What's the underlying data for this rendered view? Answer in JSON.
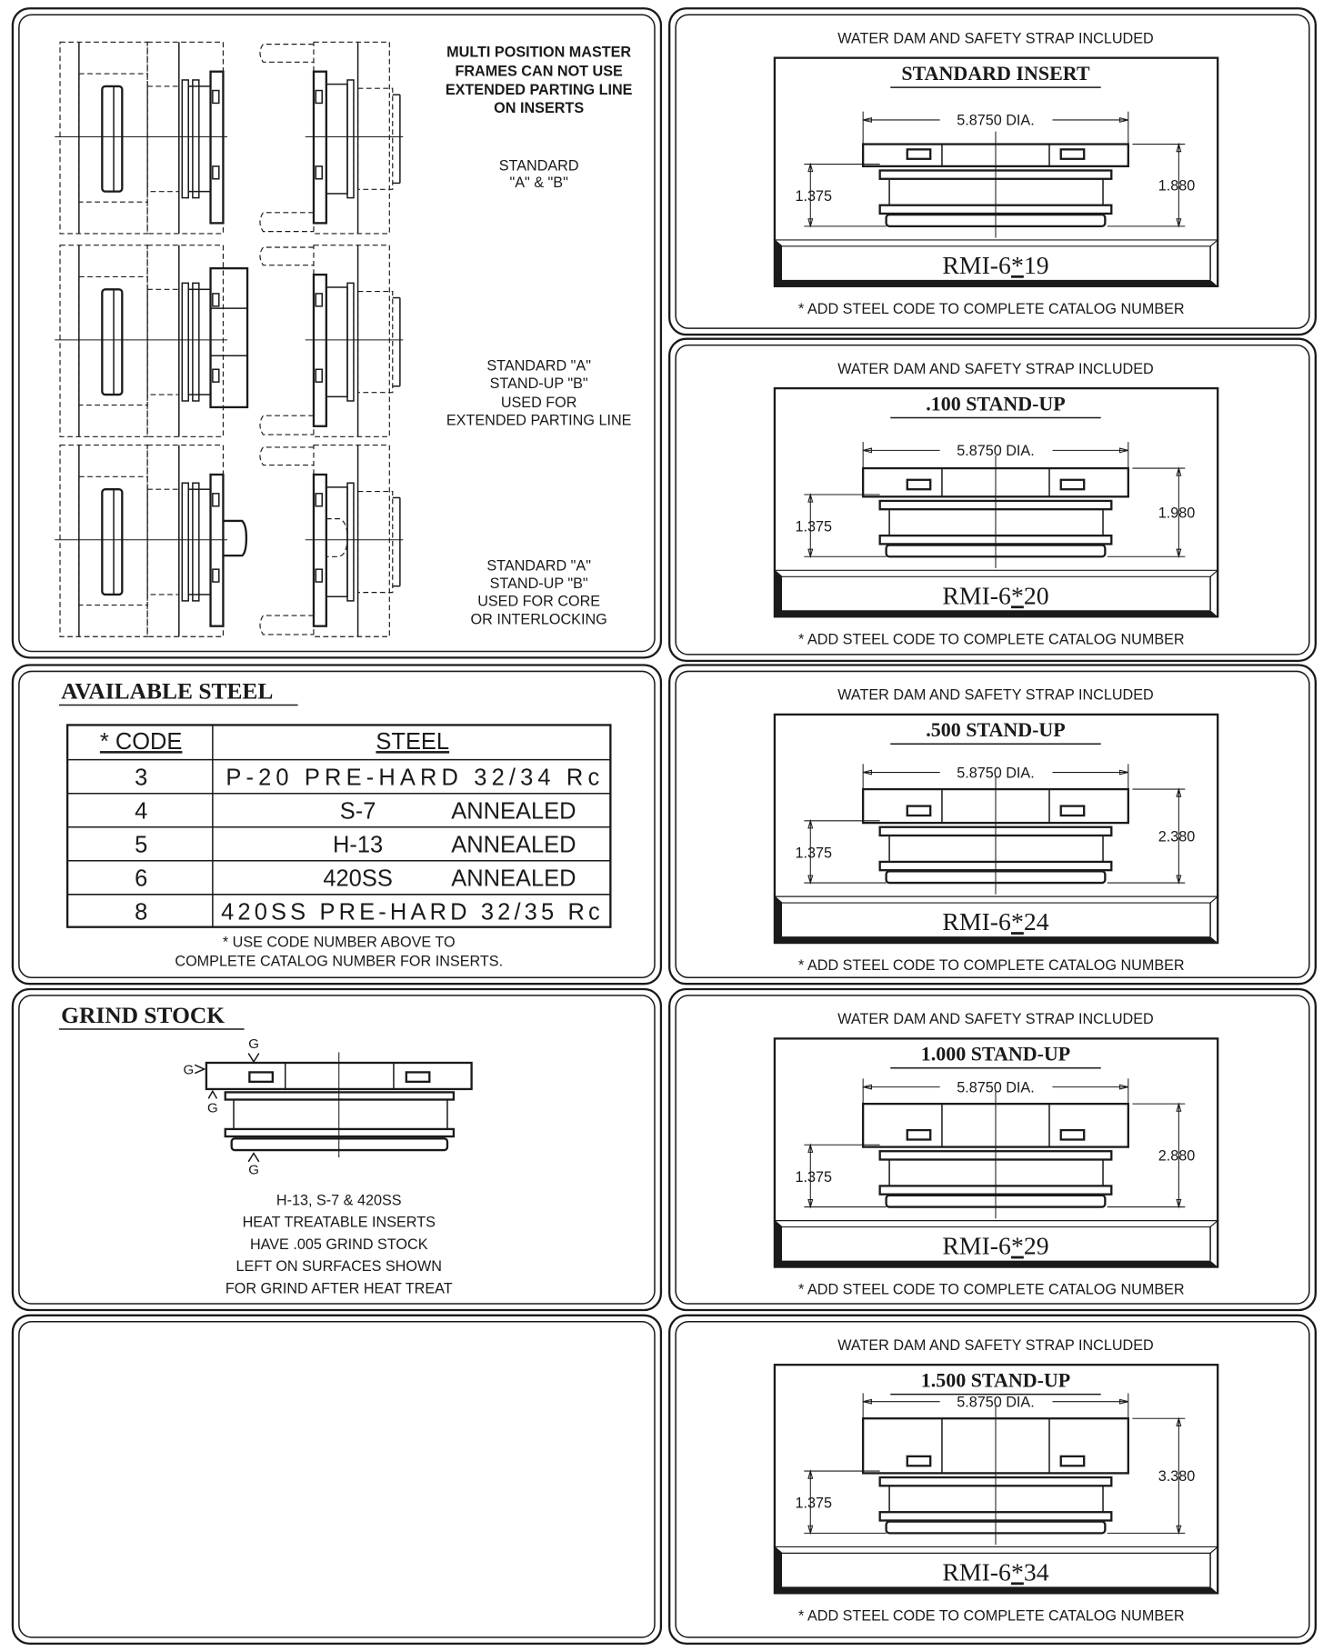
{
  "master_frames": {
    "heading": [
      "MULTI POSITION MASTER",
      "FRAMES CAN NOT USE",
      "EXTENDED PARTING LINE",
      "ON INSERTS"
    ],
    "row1": [
      "STANDARD",
      "\"A\" & \"B\""
    ],
    "row2": [
      "STANDARD \"A\"",
      "STAND-UP \"B\"",
      "USED FOR",
      "EXTENDED PARTING LINE"
    ],
    "row3": [
      "STANDARD \"A\"",
      "STAND-UP \"B\"",
      "USED FOR CORE",
      "OR INTERLOCKING"
    ]
  },
  "available_steel": {
    "title": "AVAILABLE STEEL",
    "headers": [
      "* CODE",
      "STEEL"
    ],
    "rows": [
      {
        "code": "3",
        "steel": "P-20 PRE-HARD 32/34 Rc",
        "grade": "",
        "state": ""
      },
      {
        "code": "4",
        "steel": "",
        "grade": "S-7",
        "state": "ANNEALED"
      },
      {
        "code": "5",
        "steel": "",
        "grade": "H-13",
        "state": "ANNEALED"
      },
      {
        "code": "6",
        "steel": "",
        "grade": "420SS",
        "state": "ANNEALED"
      },
      {
        "code": "8",
        "steel": "420SS PRE-HARD 32/35 Rc",
        "grade": "",
        "state": ""
      }
    ],
    "footnote": [
      "* USE CODE NUMBER ABOVE TO",
      "COMPLETE CATALOG NUMBER FOR INSERTS."
    ]
  },
  "grind_stock": {
    "title": "GRIND STOCK",
    "marker": "G",
    "notes": [
      "H-13, S-7 & 420SS",
      "HEAT TREATABLE INSERTS",
      "HAVE .005 GRIND STOCK",
      "LEFT ON SURFACES SHOWN",
      "FOR GRIND AFTER HEAT TREAT"
    ]
  },
  "inserts": [
    {
      "header": "WATER DAM AND SAFETY STRAP INCLUDED",
      "title": "STANDARD INSERT",
      "diameter": "5.8750 DIA.",
      "base_height": "1.375",
      "overall_height": "1.880",
      "catalog_prefix": "RMI-6",
      "catalog_star": "*",
      "catalog_suffix": "19",
      "footnote": "* ADD STEEL CODE TO COMPLETE CATALOG NUMBER"
    },
    {
      "header": "WATER DAM AND SAFETY STRAP INCLUDED",
      "title": ".100 STAND-UP",
      "diameter": "5.8750 DIA.",
      "base_height": "1.375",
      "overall_height": "1.980",
      "catalog_prefix": "RMI-6",
      "catalog_star": "*",
      "catalog_suffix": "20",
      "footnote": "* ADD STEEL CODE TO COMPLETE CATALOG NUMBER"
    },
    {
      "header": "WATER DAM AND SAFETY STRAP INCLUDED",
      "title": ".500 STAND-UP",
      "diameter": "5.8750 DIA.",
      "base_height": "1.375",
      "overall_height": "2.380",
      "catalog_prefix": "RMI-6",
      "catalog_star": "*",
      "catalog_suffix": "24",
      "footnote": "* ADD STEEL CODE TO COMPLETE CATALOG NUMBER"
    },
    {
      "header": "WATER DAM AND SAFETY STRAP INCLUDED",
      "title": "1.000 STAND-UP",
      "diameter": "5.8750 DIA.",
      "base_height": "1.375",
      "overall_height": "2.880",
      "catalog_prefix": "RMI-6",
      "catalog_star": "*",
      "catalog_suffix": "29",
      "footnote": "* ADD STEEL CODE TO COMPLETE CATALOG NUMBER"
    },
    {
      "header": "WATER DAM AND SAFETY STRAP INCLUDED",
      "title": "1.500 STAND-UP",
      "diameter": "5.8750 DIA.",
      "base_height": "1.375",
      "overall_height": "3.380",
      "catalog_prefix": "RMI-6",
      "catalog_star": "*",
      "catalog_suffix": "34",
      "footnote": "* ADD STEEL CODE TO COMPLETE CATALOG NUMBER"
    }
  ]
}
